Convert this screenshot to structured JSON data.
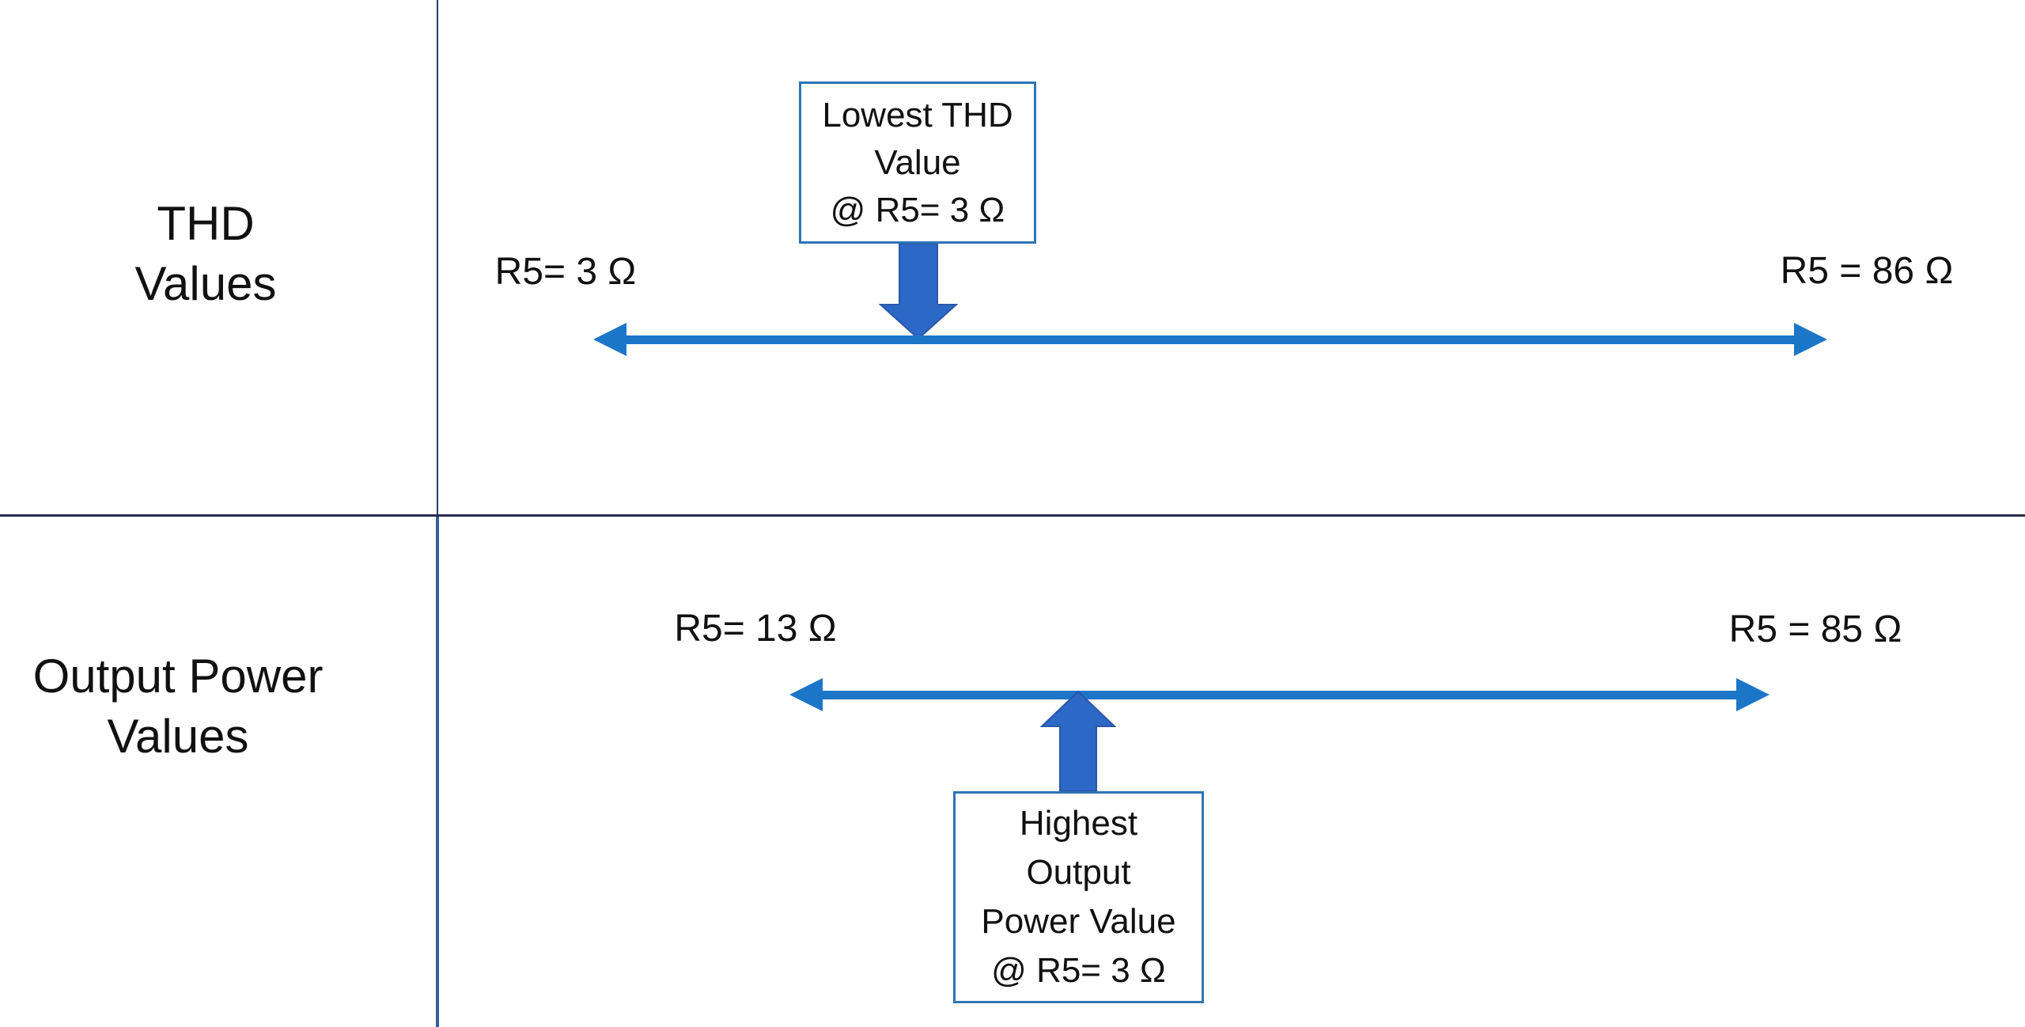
{
  "diagram": {
    "description": "Two-row comparison diagram of R5 resistance ranges",
    "colors": {
      "background": "#ffffff",
      "range_arrow_blue": "#1b76c8",
      "block_arrow_fill": "#2c68c6",
      "block_arrow_stroke": "#2b57a8",
      "callout_border_blue": "#2e75b6",
      "horizontal_divider": "#29294f",
      "vertical_divider_top": "#26406b",
      "vertical_divider_bottom": "#2d5f93",
      "text": "#111111"
    }
  },
  "thd_section": {
    "title_line1": "THD",
    "title_line2": "Values",
    "range_min_label": "R5= 3 Ω",
    "range_max_label": "R5 = 86 Ω",
    "callout_line1": "Lowest THD",
    "callout_line2": "Value",
    "callout_line3": "@ R5= 3 Ω"
  },
  "power_section": {
    "title_line1": "Output Power",
    "title_line2": "Values",
    "range_min_label": "R5= 13 Ω",
    "range_max_label": "R5 = 85 Ω",
    "callout_line1": "Highest",
    "callout_line2": "Output",
    "callout_line3": "Power Value",
    "callout_line4": "@ R5= 3 Ω"
  }
}
